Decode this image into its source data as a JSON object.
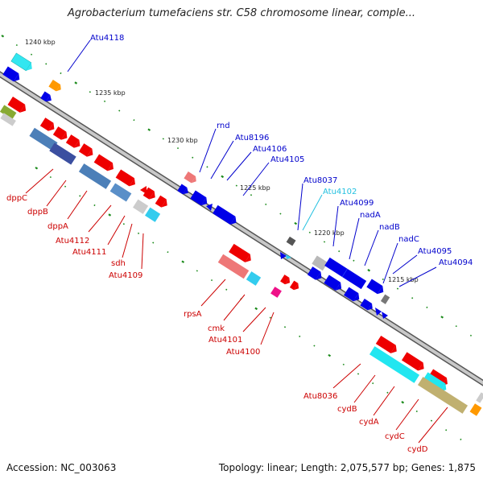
{
  "title": "Agrobacterium tumefaciens str. C58 chromosome linear, comple...",
  "footer": {
    "accession": "Accession: NC_003063",
    "summary": "Topology: linear; Length: 2,075,577 bp; Genes: 1,875"
  },
  "kbp_labels": [
    "1240 kbp",
    "1235 kbp",
    "1230 kbp",
    "1225 kbp",
    "1220 kbp",
    "1215 kbp"
  ],
  "gene_labels": {
    "top": [
      "Atu4118",
      "rnd",
      "Atu8196",
      "Atu4106",
      "Atu4105",
      "Atu8037",
      "Atu4102",
      "Atu4099",
      "nadA",
      "nadB",
      "nadC",
      "Atu4095",
      "Atu4094"
    ],
    "bottom": [
      "dppC",
      "dppB",
      "dppA",
      "Atu4112",
      "Atu4111",
      "sdh",
      "Atu4109",
      "rpsA",
      "cmk",
      "Atu4101",
      "Atu4100",
      "Atu8036",
      "cydB",
      "cydA",
      "cydC",
      "cydD"
    ]
  },
  "colors": {
    "forward_label": "#0000cc",
    "reverse_label": "#cc0000",
    "highlight_label": "#22c0e0",
    "forward_gene": "#0000ee",
    "reverse_gene": "#ee0000",
    "tick": "#1a8a1a"
  }
}
